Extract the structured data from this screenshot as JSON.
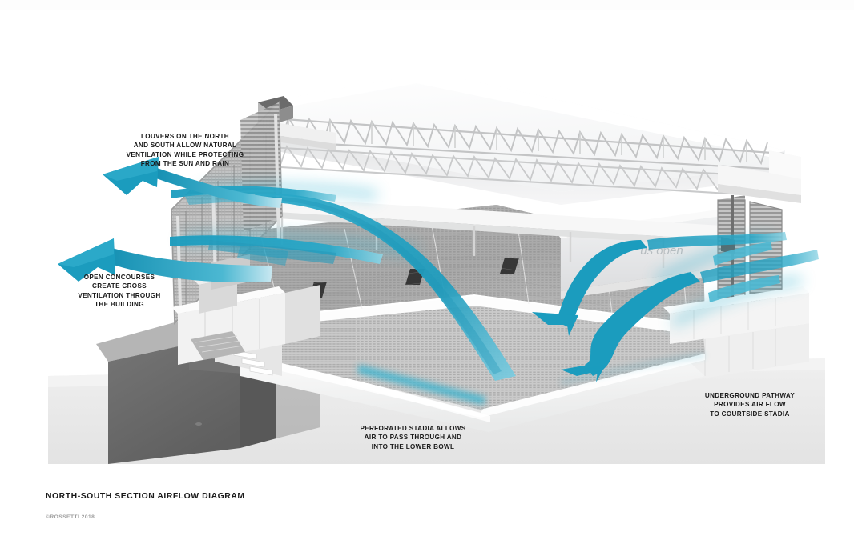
{
  "diagram": {
    "title": "NORTH-SOUTH SECTION AIRFLOW DIAGRAM",
    "credit": "©ROSSETTI 2018",
    "subject": "stadium-cutaway-section-perspective",
    "venue_logo_text": "us open",
    "colors": {
      "airflow_arrow": "#1b9cbe",
      "airflow_arrow_light": "#5cc3da",
      "airflow_glow": "#35b4d0",
      "page_background": "#ffffff",
      "ground_plane": "#e8e8e8",
      "structure_light": "#f4f4f4",
      "structure_mid": "#c9c9c9",
      "structure_dark": "#6e6e6e",
      "seating_tone": "#a8a8a8",
      "cut_section_dark": "#676767",
      "label_text": "#1a1a1a",
      "credit_text": "#9a9a9a"
    },
    "annotations": [
      {
        "id": "louvers",
        "text": "LOUVERS ON THE NORTH\nAND SOUTH ALLOW NATURAL\nVENTILATION WHILE PROTECTING\nFROM THE SUN AND RAIN",
        "align": "center",
        "points_to": "upper-louvered-facade"
      },
      {
        "id": "concourses",
        "text": "OPEN CONCOURSES\nCREATE CROSS\nVENTILATION THROUGH\nTHE BUILDING",
        "align": "center",
        "points_to": "open-concourse-level"
      },
      {
        "id": "perforated",
        "text": "PERFORATED STADIA ALLOWS\nAIR TO PASS THROUGH AND\nINTO THE LOWER BOWL",
        "align": "center",
        "points_to": "lower-bowl-risers"
      },
      {
        "id": "underground",
        "text": "UNDERGROUND PATHWAY\nPROVIDES AIR FLOW\nTO COURTSIDE STADIA",
        "align": "center",
        "points_to": "underground-pathway"
      }
    ],
    "airflow_streams": [
      {
        "id": "exhaust-upper-louver",
        "direction": "out-to-west",
        "level": "upper-concourse"
      },
      {
        "id": "exhaust-lower-concourse",
        "direction": "out-to-west",
        "level": "main-concourse"
      },
      {
        "id": "intake-upper-east",
        "direction": "in-from-east",
        "level": "upper-concourse"
      },
      {
        "id": "intake-lower-east",
        "direction": "in-from-east",
        "level": "lower-bowl"
      },
      {
        "id": "cross-flow-roof",
        "direction": "across-seating",
        "level": "seating-bowl"
      }
    ]
  }
}
